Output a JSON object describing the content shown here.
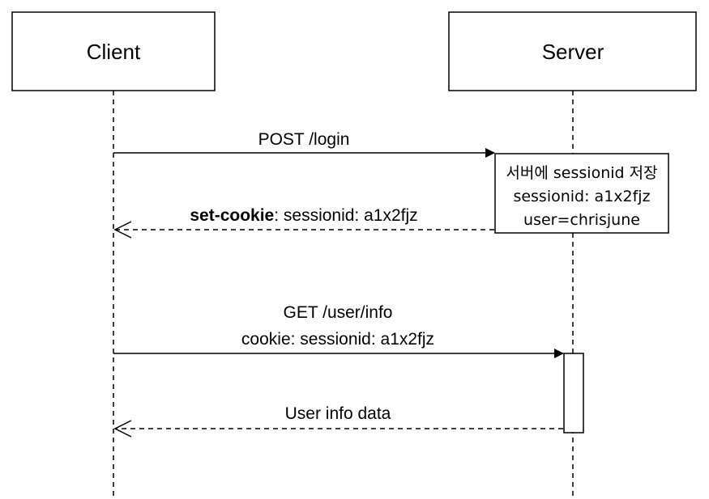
{
  "participants": {
    "client": {
      "name": "Client"
    },
    "server": {
      "name": "Server"
    }
  },
  "messages": {
    "login_request": {
      "label": "POST /login"
    },
    "login_response": {
      "label_bold": "set-cookie",
      "label_rest": ": sessionid: a1x2fjz"
    },
    "info_request": {
      "line1": "GET /user/info",
      "line2": "cookie: sessionid: a1x2fjz"
    },
    "info_response": {
      "label": "User info data"
    }
  },
  "note": {
    "line1": "서버에 sessionid 저장",
    "line2": "sessionid: a1x2fjz",
    "line3": "user=chrisjune"
  }
}
